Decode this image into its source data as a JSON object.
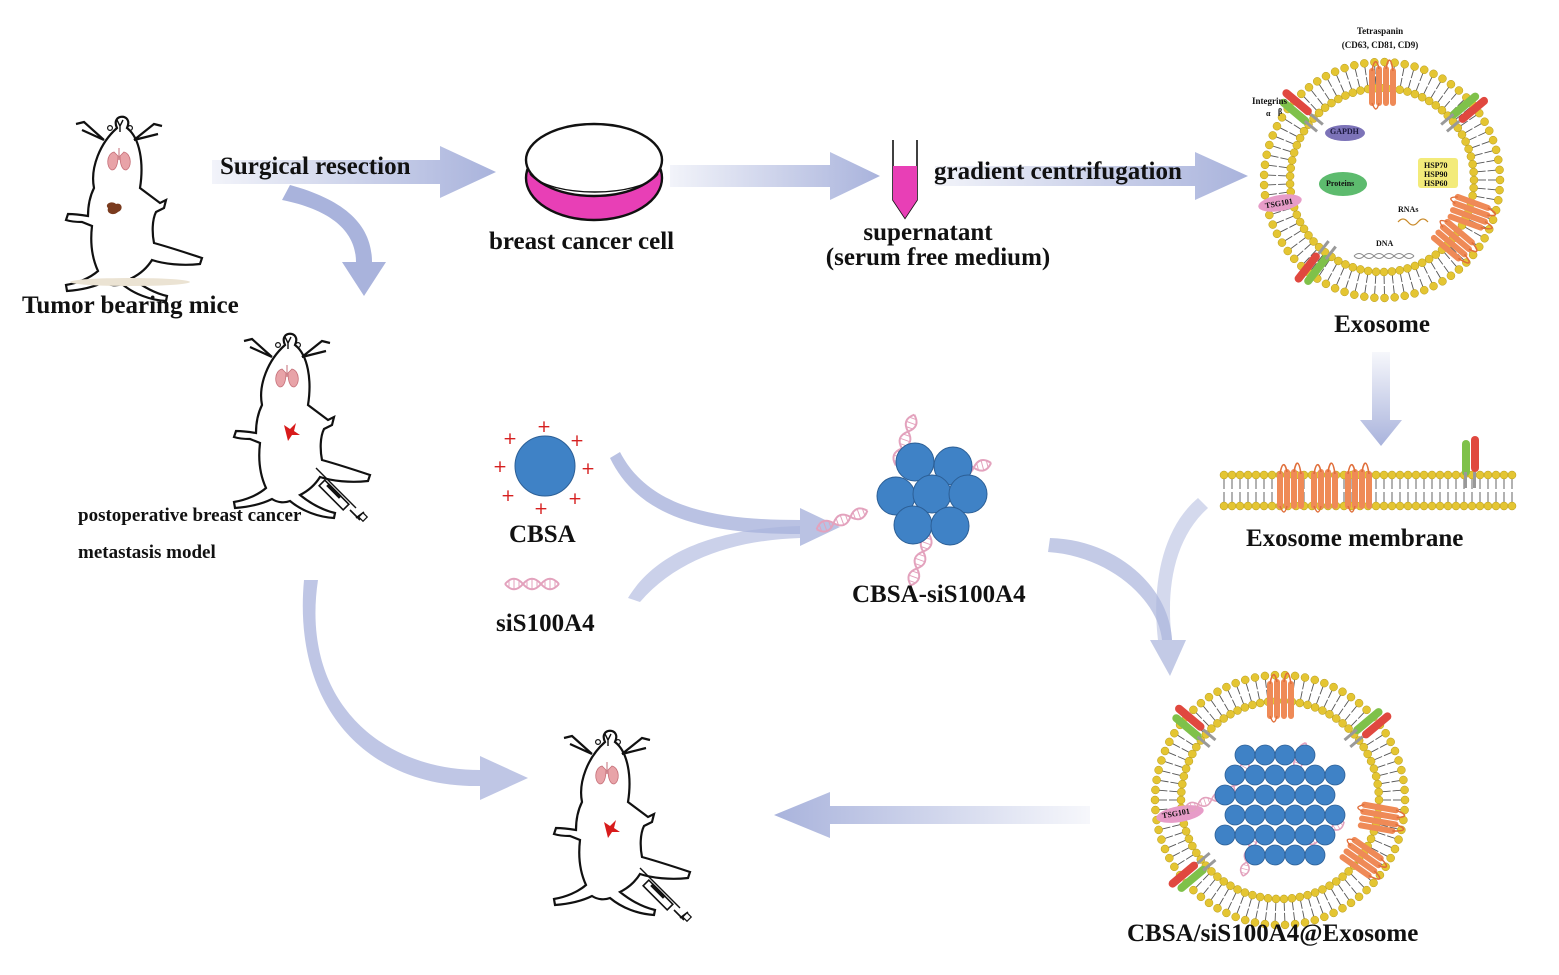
{
  "labels": {
    "tumor_bearing_mice": "Tumor bearing mice",
    "surgical_resection": "Surgical resection",
    "breast_cancer_cell": "breast cancer cell",
    "supernatant": "supernatant",
    "serum_free_medium": "(serum free medium)",
    "gradient_centrifugation": "gradient centrifugation",
    "exosome": "Exosome",
    "postoperative_line1": "postoperative breast cancer",
    "postoperative_line2": "metastasis model",
    "cbsa": "CBSA",
    "sis100a4": "siS100A4",
    "cbsa_sis100a4": "CBSA-siS100A4",
    "exosome_membrane": "Exosome membrane",
    "final_product": "CBSA/siS100A4@Exosome"
  },
  "exosome_parts": {
    "tetraspanin": "Tetraspanin",
    "tetraspanin_types": "(CD63, CD81, CD9)",
    "integrins": "Integrins",
    "alpha": "α",
    "beta": "β",
    "gapdh": "GAPDH",
    "proteins": "Proteins",
    "hsp70": "HSP70",
    "hsp90": "HSP90",
    "hsp60": "HSP60",
    "tsg101": "TSG101",
    "rnas": "RNAs",
    "dna": "DNA"
  },
  "charges": {
    "plus": "+"
  },
  "colors": {
    "arrow": "#a9b3dc",
    "dish_fill": "#e83fb6",
    "nanoparticle": "#3f82c6",
    "tetraspanin": "#ef8a57",
    "lipid_head": "#e4c532",
    "integrin_green": "#7fc14a",
    "integrin_red": "#e0483f",
    "gapdh": "#7c73b8",
    "proteins": "#5dbb6e",
    "hsp": "#f3eb7a",
    "tsg101": "#e79cc8",
    "sirna": "#e3a2bd",
    "tumor_red": "#d81b1b",
    "lung_pink": "#e8a3a8"
  }
}
